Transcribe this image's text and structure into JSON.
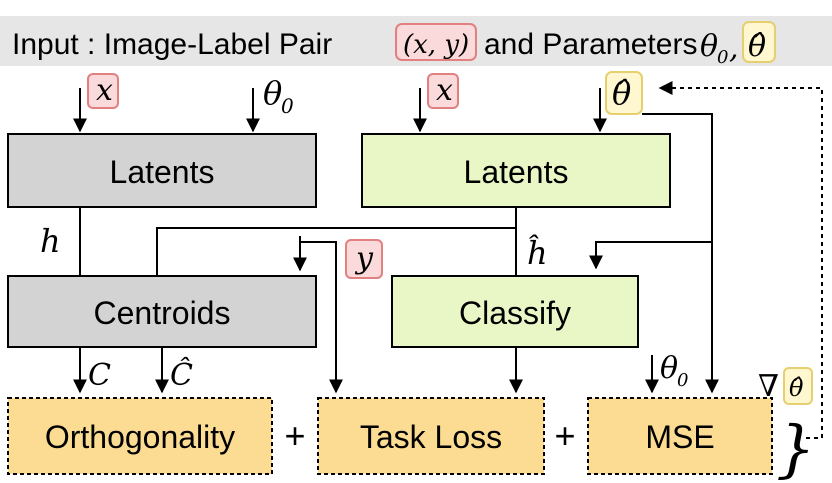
{
  "header": {
    "prefix": "Input : Image-Label Pair",
    "pair": "(x, y)",
    "middle": "and Parameters",
    "theta0": "θ",
    "theta0_sub": "0",
    "comma": ",",
    "theta_hat": "θ̂"
  },
  "inputs": {
    "left_x": "x",
    "left_theta0": "θ",
    "left_theta0_sub": "0",
    "right_x": "x",
    "right_theta_hat": "θ̂"
  },
  "boxes": {
    "latents_left": "Latents",
    "latents_right": "Latents",
    "centroids": "Centroids",
    "classify": "Classify",
    "orthogonality": "Orthogonality",
    "task_loss": "Task Loss",
    "mse": "MSE"
  },
  "labels": {
    "h": "h",
    "h_hat": "ĥ",
    "y": "y",
    "C": "C",
    "C_hat": "Ĉ",
    "theta0": "θ",
    "theta0_sub": "0",
    "nabla": "∇",
    "nabla_theta_hat": "θ̂"
  },
  "operators": {
    "plus1": "+",
    "plus2": "+",
    "brace": "}"
  },
  "colors": {
    "gray_box": "#d3d3d3",
    "green_box": "#e9f7c6",
    "yellow_box": "#fbdc92",
    "pink_tag": "#fadada",
    "pink_tag_border": "#e08080",
    "yellow_tag": "#fff7cf",
    "yellow_tag_border": "#e6cf6e",
    "header_bg": "#e6e6e6"
  }
}
